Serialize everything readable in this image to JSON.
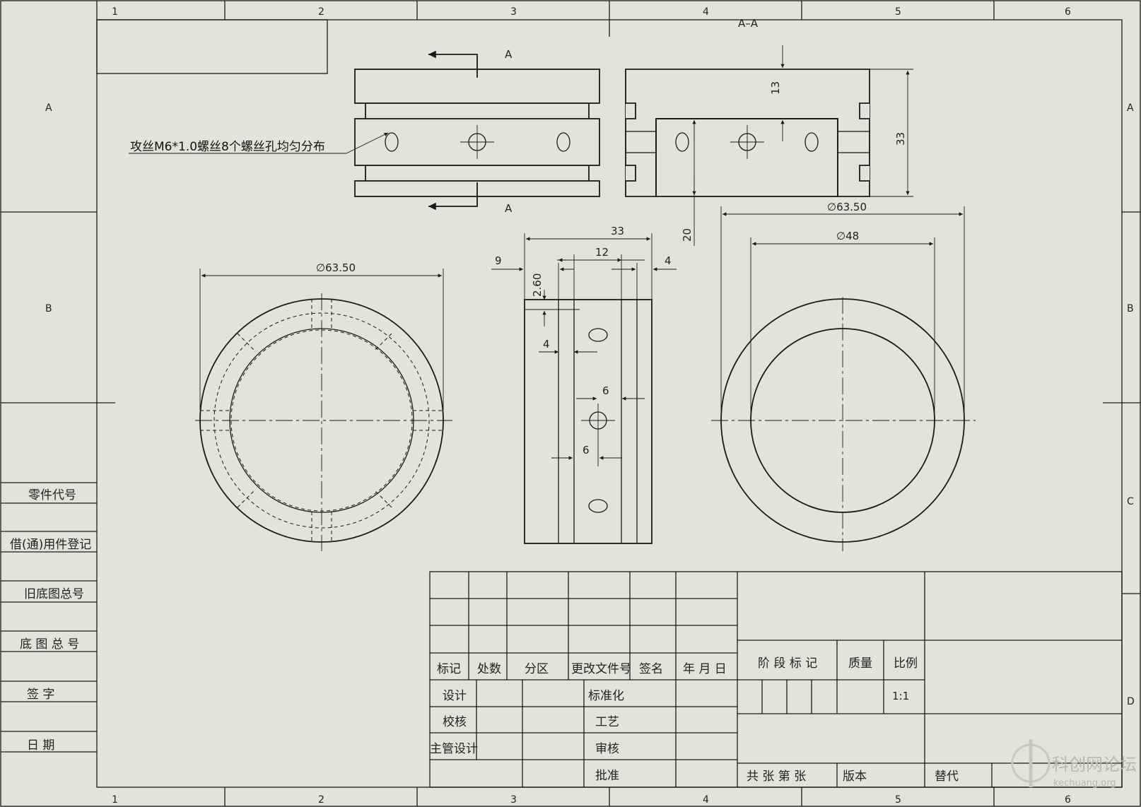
{
  "zones": {
    "columns": [
      "1",
      "2",
      "3",
      "4",
      "5",
      "6"
    ],
    "rows": [
      "A",
      "B",
      "C",
      "D"
    ]
  },
  "section_label": "A–A",
  "cut_label_top": "A",
  "cut_label_bottom": "A",
  "note": "攻丝M6*1.0螺丝8个螺丝孔均匀分布",
  "dims": {
    "section_height": "33",
    "section_groove": "13",
    "section_hole": "20",
    "top_right_dia": "∅63.50",
    "right_inner_dia": "∅48",
    "left_dia": "∅63.50",
    "side_width": "33",
    "side_mid": "12",
    "side_left": "9",
    "side_right": "4",
    "side_depth": "2.60",
    "side_step": "4",
    "hole_6a": "6",
    "hole_6b": "6"
  },
  "left_column": [
    "零件代号",
    "借(通)用件登记",
    "旧底图总号",
    "底 图 总 号",
    "签    字",
    "日    期"
  ],
  "title_block": {
    "headers": [
      "标记",
      "处数",
      "分区",
      "更改文件号",
      "签名",
      "年 月 日"
    ],
    "roles_left": [
      "设计",
      "校核",
      "主管设计"
    ],
    "roles_right": [
      "标准化",
      "工艺",
      "审核",
      "批准"
    ],
    "stage": "阶 段 标 记",
    "mass": "质量",
    "scale": "比例",
    "scale_value": "1:1",
    "sheets": "共  张  第  张",
    "version": "版本",
    "replace": "替代"
  },
  "watermark": {
    "text": "科创网论坛",
    "url": "kechuang.org"
  }
}
